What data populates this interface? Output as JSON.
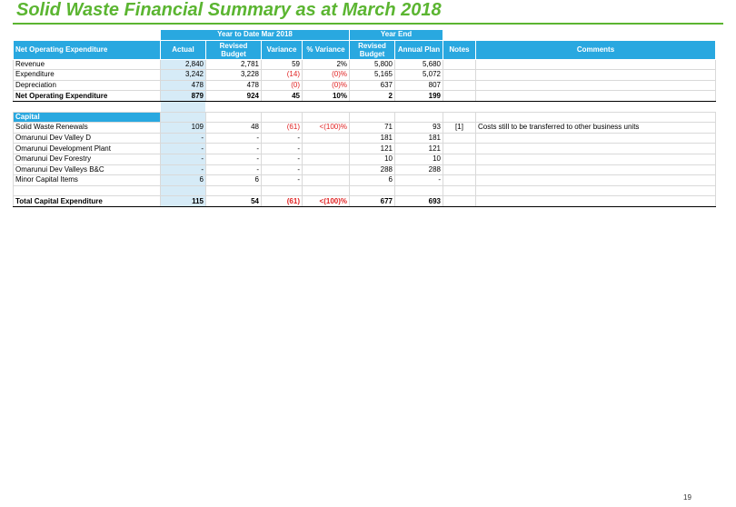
{
  "title": "Solid Waste Financial Summary as at March 2018",
  "page_number": "19",
  "header": {
    "ytd_group": "Year to Date Mar 2018",
    "ye_group": "Year End",
    "row_label": "Net Operating Expenditure",
    "actual": "Actual",
    "revised_budget": "Revised Budget",
    "variance": "Variance",
    "pct_variance": "% Variance",
    "ye_revised_budget": "Revised Budget",
    "annual_plan": "Annual Plan",
    "notes": "Notes",
    "comments": "Comments"
  },
  "operating": {
    "rows": [
      {
        "label": "Revenue",
        "actual": "2,840",
        "revised": "2,781",
        "variance": "59",
        "pct": "2%",
        "ye_revised": "5,800",
        "annual": "5,680",
        "notes": "",
        "comments": ""
      },
      {
        "label": "Expenditure",
        "actual": "3,242",
        "revised": "3,228",
        "variance": "(14)",
        "pct": "(0)%",
        "ye_revised": "5,165",
        "annual": "5,072",
        "notes": "",
        "comments": ""
      },
      {
        "label": "Depreciation",
        "actual": "478",
        "revised": "478",
        "variance": "(0)",
        "pct": "(0)%",
        "ye_revised": "637",
        "annual": "807",
        "notes": "",
        "comments": ""
      }
    ],
    "total": {
      "label": "Net Operating Expenditure",
      "actual": "879",
      "revised": "924",
      "variance": "45",
      "pct": "10%",
      "ye_revised": "2",
      "annual": "199"
    }
  },
  "capital": {
    "heading": "Capital",
    "rows": [
      {
        "label": "Solid Waste Renewals",
        "actual": "109",
        "revised": "48",
        "variance": "(61)",
        "pct": "<(100)%",
        "ye_revised": "71",
        "annual": "93",
        "notes": "[1]",
        "comments": "Costs still to be transferred to other business units"
      },
      {
        "label": "Omarunui Dev Valley D",
        "actual": "-",
        "revised": "-",
        "variance": "-",
        "pct": "",
        "ye_revised": "181",
        "annual": "181",
        "notes": "",
        "comments": ""
      },
      {
        "label": "Omarunui Development Plant",
        "actual": "-",
        "revised": "-",
        "variance": "-",
        "pct": "",
        "ye_revised": "121",
        "annual": "121",
        "notes": "",
        "comments": ""
      },
      {
        "label": "Omarunui Dev Forestry",
        "actual": "-",
        "revised": "-",
        "variance": "-",
        "pct": "",
        "ye_revised": "10",
        "annual": "10",
        "notes": "",
        "comments": ""
      },
      {
        "label": "Omarunui Dev Valleys B&C",
        "actual": "-",
        "revised": "-",
        "variance": "-",
        "pct": "",
        "ye_revised": "288",
        "annual": "288",
        "notes": "",
        "comments": ""
      },
      {
        "label": "Minor Capital Items",
        "actual": "6",
        "revised": "6",
        "variance": "-",
        "pct": "",
        "ye_revised": "6",
        "annual": "-",
        "notes": "",
        "comments": ""
      }
    ],
    "total": {
      "label": "Total Capital Expenditure",
      "actual": "115",
      "revised": "54",
      "variance": "(61)",
      "pct": "<(100)%",
      "ye_revised": "677",
      "annual": "693"
    }
  },
  "colors": {
    "title": "#5bb531",
    "header": "#29a8e0",
    "actual_fill": "#d6ebf7",
    "negative": "#e02020"
  }
}
